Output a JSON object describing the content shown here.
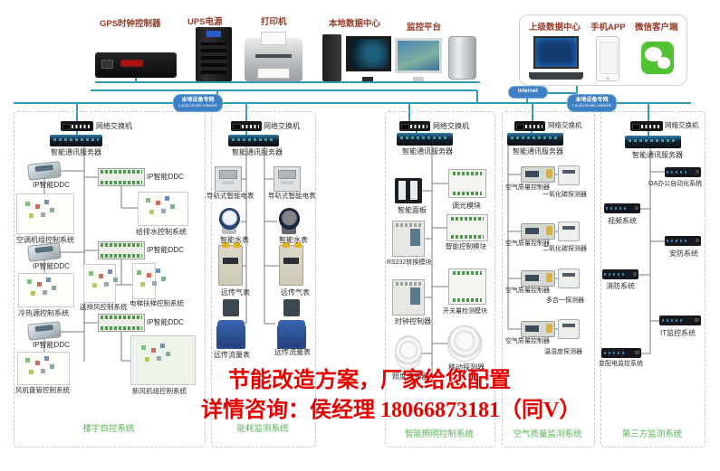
{
  "top_row": {
    "devices": [
      {
        "label": "GPS时钟控制器"
      },
      {
        "label": "UPS电源"
      },
      {
        "label": "打印机"
      },
      {
        "label": "本地数据中心"
      },
      {
        "label": "监控平台"
      }
    ],
    "cloud_group": [
      {
        "label": "上级数据中心"
      },
      {
        "label": "手机APP"
      },
      {
        "label": "微信客户端"
      }
    ]
  },
  "network": {
    "badge_left": {
      "title": "本地设备专网",
      "subtitle": "Local private network"
    },
    "badge_internet": {
      "title": "Internet"
    },
    "badge_right": {
      "title": "本地设备专网",
      "subtitle": "Local private network"
    }
  },
  "columns": [
    {
      "title": "楼宇自控系统",
      "switch": "网络交换机",
      "server": "智能通讯服务器",
      "items": [
        {
          "label": "IP智能DDC"
        },
        {
          "label": "空调机组控制系统"
        },
        {
          "label": "IP智能DDC"
        },
        {
          "label": "给排水控制系统"
        },
        {
          "label": "IP智能DDC"
        },
        {
          "label": "冷热源控制系统"
        },
        {
          "label": "IP智能DDC"
        },
        {
          "label": "送排风控制系统"
        },
        {
          "label": "电梯扶梯控制系统"
        },
        {
          "label": "IP智能DDC"
        },
        {
          "label": "风机盘管控制系统"
        },
        {
          "label": "IP智能DDC"
        },
        {
          "label": "新风机组控制系统"
        }
      ]
    },
    {
      "title": "能耗监测系统",
      "switch": "网络交换机",
      "server": "智能通讯服务器",
      "items": [
        {
          "label": "导轨式智能电表"
        },
        {
          "label": "导轨式智能电表"
        },
        {
          "label": "智能水表"
        },
        {
          "label": "智能水表"
        },
        {
          "label": "远传气表"
        },
        {
          "label": "远传气表"
        },
        {
          "label": "远传流量表"
        },
        {
          "label": "远传流量表"
        }
      ]
    },
    {
      "title": "智能照明控制系统",
      "switch": "网络交换机",
      "server": "智能通讯服务器",
      "items": [
        {
          "label": "智能面板"
        },
        {
          "label": "调光模块"
        },
        {
          "label": "RS232转换模块"
        },
        {
          "label": "智能控制模块"
        },
        {
          "label": "时钟控制器"
        },
        {
          "label": "开关量检测模块"
        },
        {
          "label": "照度传感器"
        },
        {
          "label": "移动探测器"
        }
      ]
    },
    {
      "title": "空气质量监测系统",
      "switch": "网络交换机",
      "server": "智能通讯服务器",
      "items": [
        {
          "label": "空气质量控制器"
        },
        {
          "label": "一氧化碳探测器"
        },
        {
          "label": "空气质量控制器"
        },
        {
          "label": "二氧化碳探测器"
        },
        {
          "label": "空气质量控制器"
        },
        {
          "label": "多合一探测器"
        },
        {
          "label": "空气质量控制器"
        },
        {
          "label": "温湿度探测器"
        }
      ]
    },
    {
      "title": "第三方监测系统",
      "switch": "网络交换机",
      "server": "智能通讯服务器",
      "items": [
        {
          "label": "OA办公自动化系统"
        },
        {
          "label": "视频系统"
        },
        {
          "label": "安防系统"
        },
        {
          "label": "消防系统"
        },
        {
          "label": "IT监控系统"
        },
        {
          "label": "变配电监控系统"
        }
      ]
    }
  ],
  "watermark": {
    "line1": "节能改造方案，厂家给您配置",
    "line2": "详情咨询：侯经理  18066873181（同V）"
  },
  "colors": {
    "accent_teal": "#2f9bb5",
    "badge_blue": "#3f7fc4",
    "title_green": "#58b258",
    "top_label_red": "#943a28",
    "watermark_red": "#e60000"
  }
}
